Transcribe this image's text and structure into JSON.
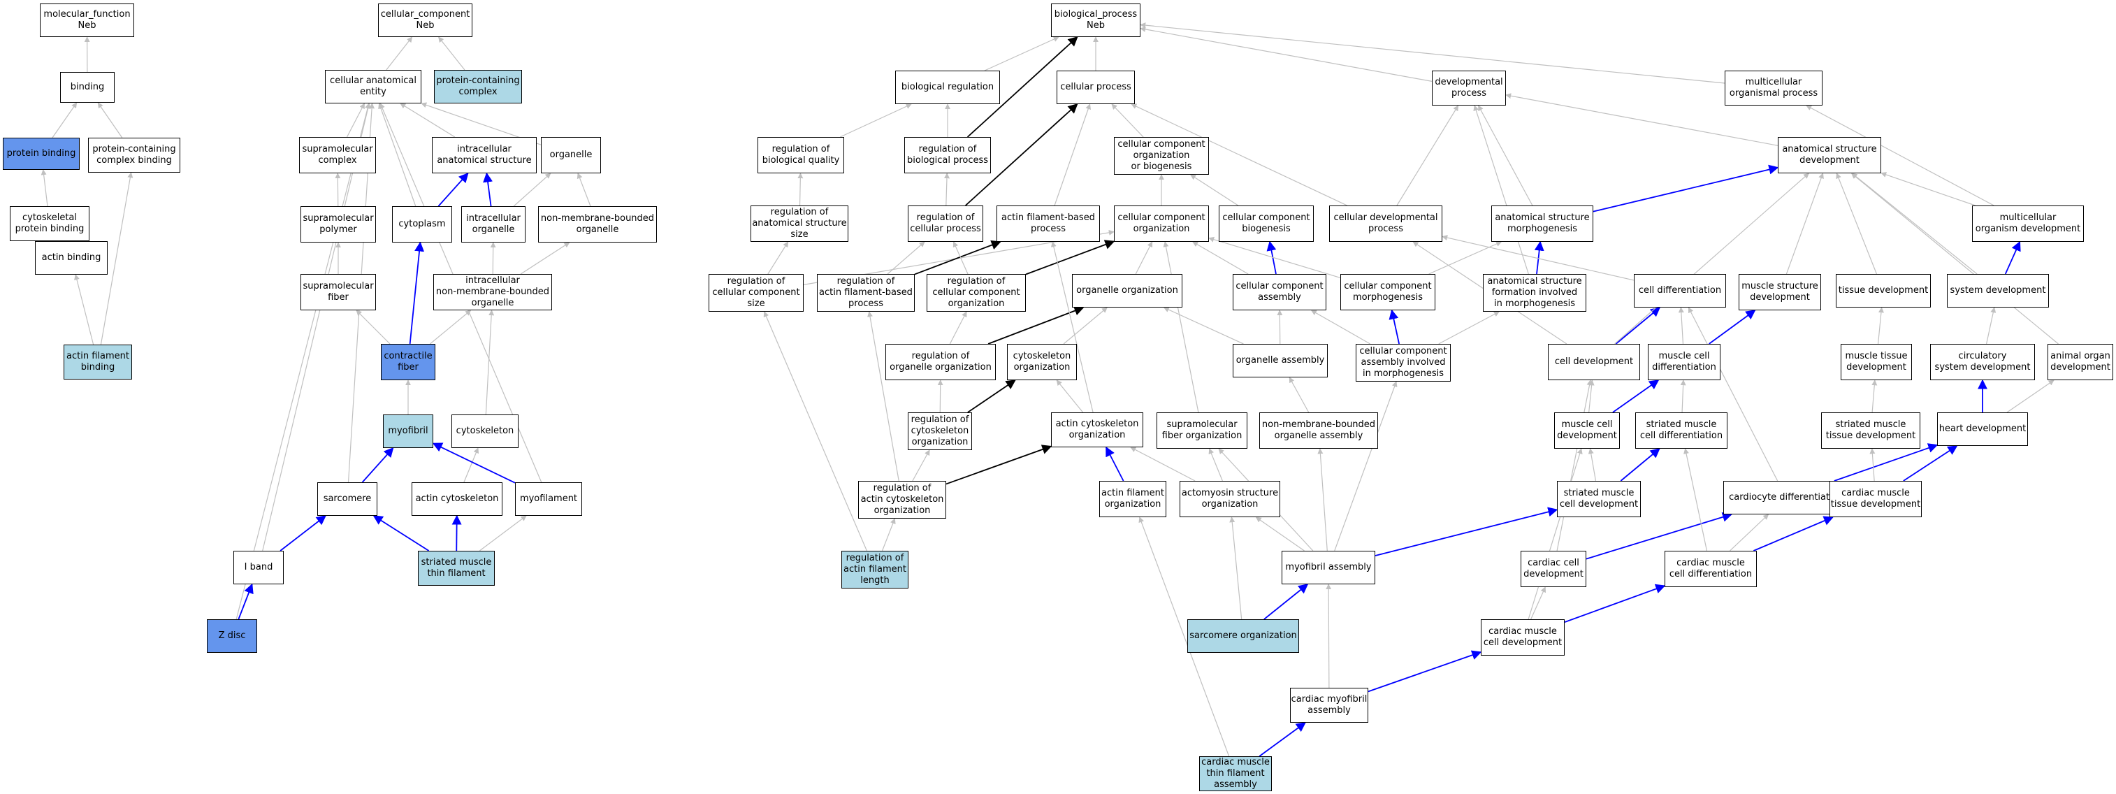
{
  "colors": {
    "normal": "#ffffff",
    "light": "#add8e6",
    "dark": "#6495ed",
    "edge_gray": "#c0c0c0",
    "edge_blue": "#0000ff",
    "edge_black": "#000000"
  },
  "nodes": {
    "mf": {
      "label": "molecular_function\nNeb",
      "fill": "normal"
    },
    "binding": {
      "label": "binding",
      "fill": "normal"
    },
    "protein_binding": {
      "label": "protein binding",
      "fill": "dark"
    },
    "pcc_binding": {
      "label": "protein-containing\ncomplex binding",
      "fill": "normal"
    },
    "cytoskeletal_pb": {
      "label": "cytoskeletal\nprotein binding",
      "fill": "normal"
    },
    "actin_binding": {
      "label": "actin binding",
      "fill": "normal"
    },
    "af_binding": {
      "label": "actin filament\nbinding",
      "fill": "light"
    },
    "cc": {
      "label": "cellular_component\nNeb",
      "fill": "normal"
    },
    "cae": {
      "label": "cellular anatomical\nentity",
      "fill": "normal"
    },
    "pcc": {
      "label": "protein-containing\ncomplex",
      "fill": "light"
    },
    "supra_complex": {
      "label": "supramolecular\ncomplex",
      "fill": "normal"
    },
    "ias": {
      "label": "intracellular\nanatomical structure",
      "fill": "normal"
    },
    "organelle": {
      "label": "organelle",
      "fill": "normal"
    },
    "supra_polymer": {
      "label": "supramolecular\npolymer",
      "fill": "normal"
    },
    "cytoplasm": {
      "label": "cytoplasm",
      "fill": "normal"
    },
    "ic_organelle": {
      "label": "intracellular\norganelle",
      "fill": "normal"
    },
    "nmb_organelle": {
      "label": "non-membrane-bounded\norganelle",
      "fill": "normal"
    },
    "supra_fiber": {
      "label": "supramolecular\nfiber",
      "fill": "normal"
    },
    "ic_nmb_organelle": {
      "label": "intracellular\nnon-membrane-bounded\norganelle",
      "fill": "normal"
    },
    "contractile_fiber": {
      "label": "contractile\nfiber",
      "fill": "dark"
    },
    "myofibril": {
      "label": "myofibril",
      "fill": "light"
    },
    "cytoskeleton": {
      "label": "cytoskeleton",
      "fill": "normal"
    },
    "sarcomere": {
      "label": "sarcomere",
      "fill": "normal"
    },
    "actin_cytoskeleton": {
      "label": "actin cytoskeleton",
      "fill": "normal"
    },
    "myofilament": {
      "label": "myofilament",
      "fill": "normal"
    },
    "i_band": {
      "label": "I band",
      "fill": "normal"
    },
    "smtf": {
      "label": "striated muscle\nthin filament",
      "fill": "light"
    },
    "z_disc": {
      "label": "Z disc",
      "fill": "dark"
    },
    "bp": {
      "label": "biological_process\nNeb",
      "fill": "normal"
    },
    "bio_reg": {
      "label": "biological regulation",
      "fill": "normal"
    },
    "cell_process": {
      "label": "cellular process",
      "fill": "normal"
    },
    "dev_process": {
      "label": "developmental\nprocess",
      "fill": "normal"
    },
    "mc_org_process": {
      "label": "multicellular\norganismal process",
      "fill": "normal"
    },
    "reg_bio_quality": {
      "label": "regulation of\nbiological quality",
      "fill": "normal"
    },
    "reg_bio_process": {
      "label": "regulation of\nbiological process",
      "fill": "normal"
    },
    "ccob": {
      "label": "cellular component\norganization\nor biogenesis",
      "fill": "normal"
    },
    "asd": {
      "label": "anatomical structure\ndevelopment",
      "fill": "normal"
    },
    "reg_as_size": {
      "label": "regulation of\nanatomical structure\nsize",
      "fill": "normal"
    },
    "reg_cell_process": {
      "label": "regulation of\ncellular process",
      "fill": "normal"
    },
    "afbp": {
      "label": "actin filament-based\nprocess",
      "fill": "normal"
    },
    "cco": {
      "label": "cellular component\norganization",
      "fill": "normal"
    },
    "ccb": {
      "label": "cellular component\nbiogenesis",
      "fill": "normal"
    },
    "cdp": {
      "label": "cellular developmental\nprocess",
      "fill": "normal"
    },
    "asm": {
      "label": "anatomical structure\nmorphogenesis",
      "fill": "normal"
    },
    "mc_org_dev": {
      "label": "multicellular\norganism development",
      "fill": "normal"
    },
    "reg_cc_size": {
      "label": "regulation of\ncellular component\nsize",
      "fill": "normal"
    },
    "reg_afbp": {
      "label": "regulation of\nactin filament-based\nprocess",
      "fill": "normal"
    },
    "reg_cco": {
      "label": "regulation of\ncellular component\norganization",
      "fill": "normal"
    },
    "organelle_org": {
      "label": "organelle organization",
      "fill": "normal"
    },
    "cc_assembly": {
      "label": "cellular component\nassembly",
      "fill": "normal"
    },
    "cc_morph": {
      "label": "cellular component\nmorphogenesis",
      "fill": "normal"
    },
    "asfim": {
      "label": "anatomical structure\nformation involved\nin morphogenesis",
      "fill": "normal"
    },
    "cell_diff": {
      "label": "cell differentiation",
      "fill": "normal"
    },
    "msd": {
      "label": "muscle structure\ndevelopment",
      "fill": "normal"
    },
    "tissue_dev": {
      "label": "tissue development",
      "fill": "normal"
    },
    "system_dev": {
      "label": "system development",
      "fill": "normal"
    },
    "reg_organelle_org": {
      "label": "regulation of\norganelle organization",
      "fill": "normal"
    },
    "cytoskeleton_org": {
      "label": "cytoskeleton\norganization",
      "fill": "normal"
    },
    "organelle_assembly": {
      "label": "organelle assembly",
      "fill": "normal"
    },
    "ccaim": {
      "label": "cellular component\nassembly involved\nin morphogenesis",
      "fill": "normal"
    },
    "cell_dev": {
      "label": "cell development",
      "fill": "normal"
    },
    "muscle_cell_diff": {
      "label": "muscle cell\ndifferentiation",
      "fill": "normal"
    },
    "muscle_tissue_dev": {
      "label": "muscle tissue\ndevelopment",
      "fill": "normal"
    },
    "circ_sys_dev": {
      "label": "circulatory\nsystem development",
      "fill": "normal"
    },
    "animal_organ_dev": {
      "label": "animal organ\ndevelopment",
      "fill": "normal"
    },
    "reg_cytoskeleton_org": {
      "label": "regulation of\ncytoskeleton\norganization",
      "fill": "normal"
    },
    "actin_cytoskeleton_org": {
      "label": "actin cytoskeleton\norganization",
      "fill": "normal"
    },
    "sfo": {
      "label": "supramolecular\nfiber organization",
      "fill": "normal"
    },
    "nmboa": {
      "label": "non-membrane-bounded\norganelle assembly",
      "fill": "normal"
    },
    "muscle_cell_dev": {
      "label": "muscle cell\ndevelopment",
      "fill": "normal"
    },
    "smcd": {
      "label": "striated muscle\ncell differentiation",
      "fill": "normal"
    },
    "smtd": {
      "label": "striated muscle\ntissue development",
      "fill": "normal"
    },
    "heart_dev": {
      "label": "heart development",
      "fill": "normal"
    },
    "reg_acs_org": {
      "label": "regulation of\nactin cytoskeleton\norganization",
      "fill": "normal"
    },
    "af_org": {
      "label": "actin filament\norganization",
      "fill": "normal"
    },
    "actomyosin_org": {
      "label": "actomyosin structure\norganization",
      "fill": "normal"
    },
    "smc_dev": {
      "label": "striated muscle\ncell development",
      "fill": "normal"
    },
    "cardiocyte_diff": {
      "label": "cardiocyte differentiation",
      "fill": "normal"
    },
    "cmtd": {
      "label": "cardiac muscle\ntissue development",
      "fill": "normal"
    },
    "reg_afl": {
      "label": "regulation of\nactin filament\nlength",
      "fill": "light"
    },
    "myofibril_assembly": {
      "label": "myofibril assembly",
      "fill": "normal"
    },
    "cardiac_cell_dev": {
      "label": "cardiac cell\ndevelopment",
      "fill": "normal"
    },
    "cmcd": {
      "label": "cardiac muscle\ncell differentiation",
      "fill": "normal"
    },
    "sarcomere_org": {
      "label": "sarcomere organization",
      "fill": "light"
    },
    "cmc_dev": {
      "label": "cardiac muscle\ncell development",
      "fill": "normal"
    },
    "cma": {
      "label": "cardiac myofibril\nassembly",
      "fill": "normal"
    },
    "cmtfa": {
      "label": "cardiac muscle\nthin filament\nassembly",
      "fill": "light"
    }
  },
  "edges": [
    [
      "binding",
      "mf",
      "gray"
    ],
    [
      "protein_binding",
      "binding",
      "gray"
    ],
    [
      "pcc_binding",
      "binding",
      "gray"
    ],
    [
      "cytoskeletal_pb",
      "protein_binding",
      "gray"
    ],
    [
      "actin_binding",
      "cytoskeletal_pb",
      "gray"
    ],
    [
      "af_binding",
      "actin_binding",
      "gray"
    ],
    [
      "af_binding",
      "pcc_binding",
      "gray"
    ],
    [
      "cae",
      "cc",
      "gray"
    ],
    [
      "pcc",
      "cc",
      "gray"
    ],
    [
      "supra_complex",
      "cae",
      "gray"
    ],
    [
      "ias",
      "cae",
      "gray"
    ],
    [
      "organelle",
      "cae",
      "gray"
    ],
    [
      "cytoplasm",
      "cae",
      "gray"
    ],
    [
      "supra_polymer",
      "supra_complex",
      "gray"
    ],
    [
      "cytoplasm",
      "ias",
      "blue"
    ],
    [
      "ic_organelle",
      "ias",
      "blue"
    ],
    [
      "ic_organelle",
      "organelle",
      "gray"
    ],
    [
      "nmb_organelle",
      "organelle",
      "gray"
    ],
    [
      "supra_fiber",
      "supra_polymer",
      "gray"
    ],
    [
      "ic_nmb_organelle",
      "ic_organelle",
      "gray"
    ],
    [
      "ic_nmb_organelle",
      "nmb_organelle",
      "gray"
    ],
    [
      "contractile_fiber",
      "supra_fiber",
      "gray"
    ],
    [
      "contractile_fiber",
      "ic_nmb_organelle",
      "gray"
    ],
    [
      "contractile_fiber",
      "cytoplasm",
      "blue"
    ],
    [
      "myofibril",
      "contractile_fiber",
      "gray"
    ],
    [
      "cytoskeleton",
      "ic_nmb_organelle",
      "gray"
    ],
    [
      "sarcomere",
      "myofibril",
      "blue"
    ],
    [
      "sarcomere",
      "cae",
      "gray"
    ],
    [
      "actin_cytoskeleton",
      "cytoskeleton",
      "gray"
    ],
    [
      "myofilament",
      "myofibril",
      "blue"
    ],
    [
      "myofilament",
      "cae",
      "gray"
    ],
    [
      "i_band",
      "sarcomere",
      "blue"
    ],
    [
      "i_band",
      "cae",
      "gray"
    ],
    [
      "smtf",
      "sarcomere",
      "blue"
    ],
    [
      "smtf",
      "actin_cytoskeleton",
      "blue"
    ],
    [
      "smtf",
      "myofilament",
      "gray"
    ],
    [
      "z_disc",
      "i_band",
      "blue"
    ],
    [
      "z_disc",
      "cae",
      "gray"
    ],
    [
      "bio_reg",
      "bp",
      "gray"
    ],
    [
      "cell_process",
      "bp",
      "gray"
    ],
    [
      "dev_process",
      "bp",
      "gray"
    ],
    [
      "mc_org_process",
      "bp",
      "gray"
    ],
    [
      "reg_bio_quality",
      "bio_reg",
      "gray"
    ],
    [
      "reg_bio_process",
      "bio_reg",
      "gray"
    ],
    [
      "reg_bio_process",
      "bp",
      "black"
    ],
    [
      "ccob",
      "cell_process",
      "gray"
    ],
    [
      "asd",
      "dev_process",
      "gray"
    ],
    [
      "reg_as_size",
      "reg_bio_quality",
      "gray"
    ],
    [
      "reg_cell_process",
      "reg_bio_process",
      "gray"
    ],
    [
      "reg_cell_process",
      "cell_process",
      "black"
    ],
    [
      "afbp",
      "cell_process",
      "gray"
    ],
    [
      "cco",
      "ccob",
      "gray"
    ],
    [
      "ccb",
      "ccob",
      "gray"
    ],
    [
      "cdp",
      "cell_process",
      "gray"
    ],
    [
      "cdp",
      "dev_process",
      "gray"
    ],
    [
      "asm",
      "asd",
      "blue"
    ],
    [
      "asm",
      "dev_process",
      "gray"
    ],
    [
      "mc_org_dev",
      "asd",
      "gray"
    ],
    [
      "mc_org_dev",
      "mc_org_process",
      "gray"
    ],
    [
      "reg_cc_size",
      "reg_as_size",
      "gray"
    ],
    [
      "reg_cc_size",
      "cco",
      "gray"
    ],
    [
      "reg_afbp",
      "reg_cell_process",
      "gray"
    ],
    [
      "reg_afbp",
      "afbp",
      "black"
    ],
    [
      "reg_cco",
      "reg_cell_process",
      "gray"
    ],
    [
      "reg_cco",
      "cco",
      "black"
    ],
    [
      "organelle_org",
      "cco",
      "gray"
    ],
    [
      "cc_assembly",
      "ccb",
      "blue"
    ],
    [
      "cc_assembly",
      "cco",
      "gray"
    ],
    [
      "cc_morph",
      "cco",
      "gray"
    ],
    [
      "cc_morph",
      "asm",
      "gray"
    ],
    [
      "asfim",
      "asm",
      "blue"
    ],
    [
      "asfim",
      "dev_process",
      "gray"
    ],
    [
      "cell_diff",
      "cdp",
      "gray"
    ],
    [
      "msd",
      "asd",
      "gray"
    ],
    [
      "tissue_dev",
      "asd",
      "gray"
    ],
    [
      "system_dev",
      "asd",
      "gray"
    ],
    [
      "system_dev",
      "mc_org_dev",
      "blue"
    ],
    [
      "reg_organelle_org",
      "reg_cco",
      "gray"
    ],
    [
      "reg_organelle_org",
      "organelle_org",
      "black"
    ],
    [
      "cytoskeleton_org",
      "organelle_org",
      "gray"
    ],
    [
      "organelle_assembly",
      "organelle_org",
      "gray"
    ],
    [
      "organelle_assembly",
      "cc_assembly",
      "gray"
    ],
    [
      "ccaim",
      "cc_morph",
      "blue"
    ],
    [
      "ccaim",
      "cc_assembly",
      "gray"
    ],
    [
      "ccaim",
      "asfim",
      "gray"
    ],
    [
      "cell_dev",
      "cell_diff",
      "blue"
    ],
    [
      "cell_dev",
      "cdp",
      "gray"
    ],
    [
      "cell_dev",
      "asd",
      "gray"
    ],
    [
      "muscle_cell_diff",
      "cell_diff",
      "gray"
    ],
    [
      "muscle_cell_diff",
      "msd",
      "blue"
    ],
    [
      "muscle_tissue_dev",
      "tissue_dev",
      "gray"
    ],
    [
      "circ_sys_dev",
      "system_dev",
      "gray"
    ],
    [
      "animal_organ_dev",
      "asd",
      "gray"
    ],
    [
      "reg_cytoskeleton_org",
      "reg_organelle_org",
      "gray"
    ],
    [
      "reg_cytoskeleton_org",
      "cytoskeleton_org",
      "black"
    ],
    [
      "actin_cytoskeleton_org",
      "cytoskeleton_org",
      "gray"
    ],
    [
      "actin_cytoskeleton_org",
      "afbp",
      "gray"
    ],
    [
      "sfo",
      "cco",
      "gray"
    ],
    [
      "nmboa",
      "organelle_assembly",
      "gray"
    ],
    [
      "muscle_cell_dev",
      "muscle_cell_diff",
      "blue"
    ],
    [
      "muscle_cell_dev",
      "cell_dev",
      "gray"
    ],
    [
      "smcd",
      "muscle_cell_diff",
      "gray"
    ],
    [
      "smtd",
      "muscle_tissue_dev",
      "gray"
    ],
    [
      "heart_dev",
      "circ_sys_dev",
      "blue"
    ],
    [
      "heart_dev",
      "animal_organ_dev",
      "gray"
    ],
    [
      "reg_acs_org",
      "reg_cytoskeleton_org",
      "gray"
    ],
    [
      "reg_acs_org",
      "actin_cytoskeleton_org",
      "black"
    ],
    [
      "reg_acs_org",
      "reg_afbp",
      "gray"
    ],
    [
      "af_org",
      "actin_cytoskeleton_org",
      "blue"
    ],
    [
      "actomyosin_org",
      "actin_cytoskeleton_org",
      "gray"
    ],
    [
      "actomyosin_org",
      "sfo",
      "gray"
    ],
    [
      "smc_dev",
      "smcd",
      "blue"
    ],
    [
      "smc_dev",
      "muscle_cell_dev",
      "gray"
    ],
    [
      "cardiocyte_diff",
      "heart_dev",
      "blue"
    ],
    [
      "cardiocyte_diff",
      "cell_diff",
      "gray"
    ],
    [
      "cmtd",
      "heart_dev",
      "blue"
    ],
    [
      "cmtd",
      "smtd",
      "gray"
    ],
    [
      "reg_afl",
      "reg_acs_org",
      "gray"
    ],
    [
      "reg_afl",
      "reg_cc_size",
      "gray"
    ],
    [
      "myofibril_assembly",
      "smc_dev",
      "blue"
    ],
    [
      "myofibril_assembly",
      "actomyosin_org",
      "gray"
    ],
    [
      "myofibril_assembly",
      "nmboa",
      "gray"
    ],
    [
      "myofibril_assembly",
      "ccaim",
      "gray"
    ],
    [
      "myofibril_assembly",
      "sfo",
      "gray"
    ],
    [
      "cardiac_cell_dev",
      "cardiocyte_diff",
      "blue"
    ],
    [
      "cardiac_cell_dev",
      "cell_dev",
      "gray"
    ],
    [
      "cmcd",
      "cmtd",
      "blue"
    ],
    [
      "cmcd",
      "cardiocyte_diff",
      "gray"
    ],
    [
      "cmcd",
      "smcd",
      "gray"
    ],
    [
      "sarcomere_org",
      "myofibril_assembly",
      "blue"
    ],
    [
      "sarcomere_org",
      "actomyosin_org",
      "gray"
    ],
    [
      "cmc_dev",
      "cmcd",
      "blue"
    ],
    [
      "cmc_dev",
      "cardiac_cell_dev",
      "gray"
    ],
    [
      "cmc_dev",
      "muscle_cell_dev",
      "gray"
    ],
    [
      "cma",
      "cmc_dev",
      "blue"
    ],
    [
      "cma",
      "myofibril_assembly",
      "gray"
    ],
    [
      "cmtfa",
      "cma",
      "blue"
    ],
    [
      "cmtfa",
      "af_org",
      "gray"
    ]
  ]
}
